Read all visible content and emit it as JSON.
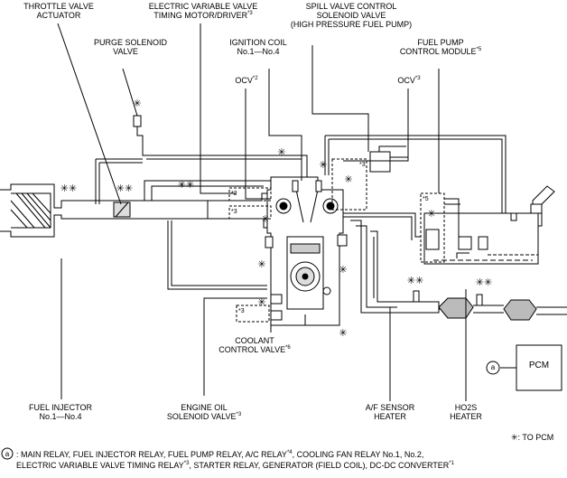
{
  "labels": {
    "throttle_valve_actuator": [
      "THROTTLE VALVE",
      "ACTUATOR"
    ],
    "evvt_motor_driver": [
      "ELECTRIC VARIABLE VALVE",
      "TIMING MOTOR/DRIVER"
    ],
    "evvt_motor_driver_note": "*3",
    "spill_valve": [
      "SPILL VALVE CONTROL",
      "SOLENOID VALVE",
      "(HIGH PRESSURE FUEL PUMP)"
    ],
    "purge_solenoid_valve": [
      "PURGE SOLENOID",
      "VALVE"
    ],
    "ignition_coil": [
      "IGNITION COIL",
      "No.1—No.4"
    ],
    "fuel_pump_control_module": [
      "FUEL PUMP",
      "CONTROL MODULE"
    ],
    "fuel_pump_control_module_note": "*5",
    "ocv_left": "OCV",
    "ocv_left_note": "*2",
    "ocv_right": "OCV",
    "ocv_right_note": "*3",
    "coolant_control_valve": [
      "COOLANT",
      "CONTROL VALVE"
    ],
    "coolant_control_valve_note": "*6",
    "fuel_injector": [
      "FUEL INJECTOR",
      "No.1—No.4"
    ],
    "engine_oil_solenoid_valve": [
      "ENGINE OIL",
      "SOLENOID VALVE"
    ],
    "engine_oil_solenoid_valve_note": "*3",
    "af_sensor_heater": [
      "A/F SENSOR",
      "HEATER"
    ],
    "ho2s_heater": [
      "HO2S",
      "HEATER"
    ],
    "pcm": "PCM",
    "relay_circle": "a"
  },
  "inline_marks": {
    "star2": "*2",
    "star3_a": "*3",
    "star3_b": "*3",
    "star3_c": "*3",
    "star5": "*5"
  },
  "legend": {
    "symbol": "✳",
    "text": ": TO PCM"
  },
  "footnote": {
    "circle": "a",
    "line1": ": MAIN RELAY, FUEL INJECTOR RELAY, FUEL PUMP RELAY, A/C RELAY",
    "line1_note": "*4",
    "line1_cont": ", COOLING FAN RELAY No.1, No.2,",
    "line2": "ELECTRIC VARIABLE VALVE TIMING RELAY",
    "line2_note": "*3",
    "line2_cont": ", STARTER RELAY, GENERATOR (FIELD COIL), DC-DC CONVERTER",
    "line2_end_note": "*1"
  },
  "colors": {
    "line": "#000000",
    "pipe_fill": "#ffffff",
    "shade": "#cfcfcf"
  }
}
